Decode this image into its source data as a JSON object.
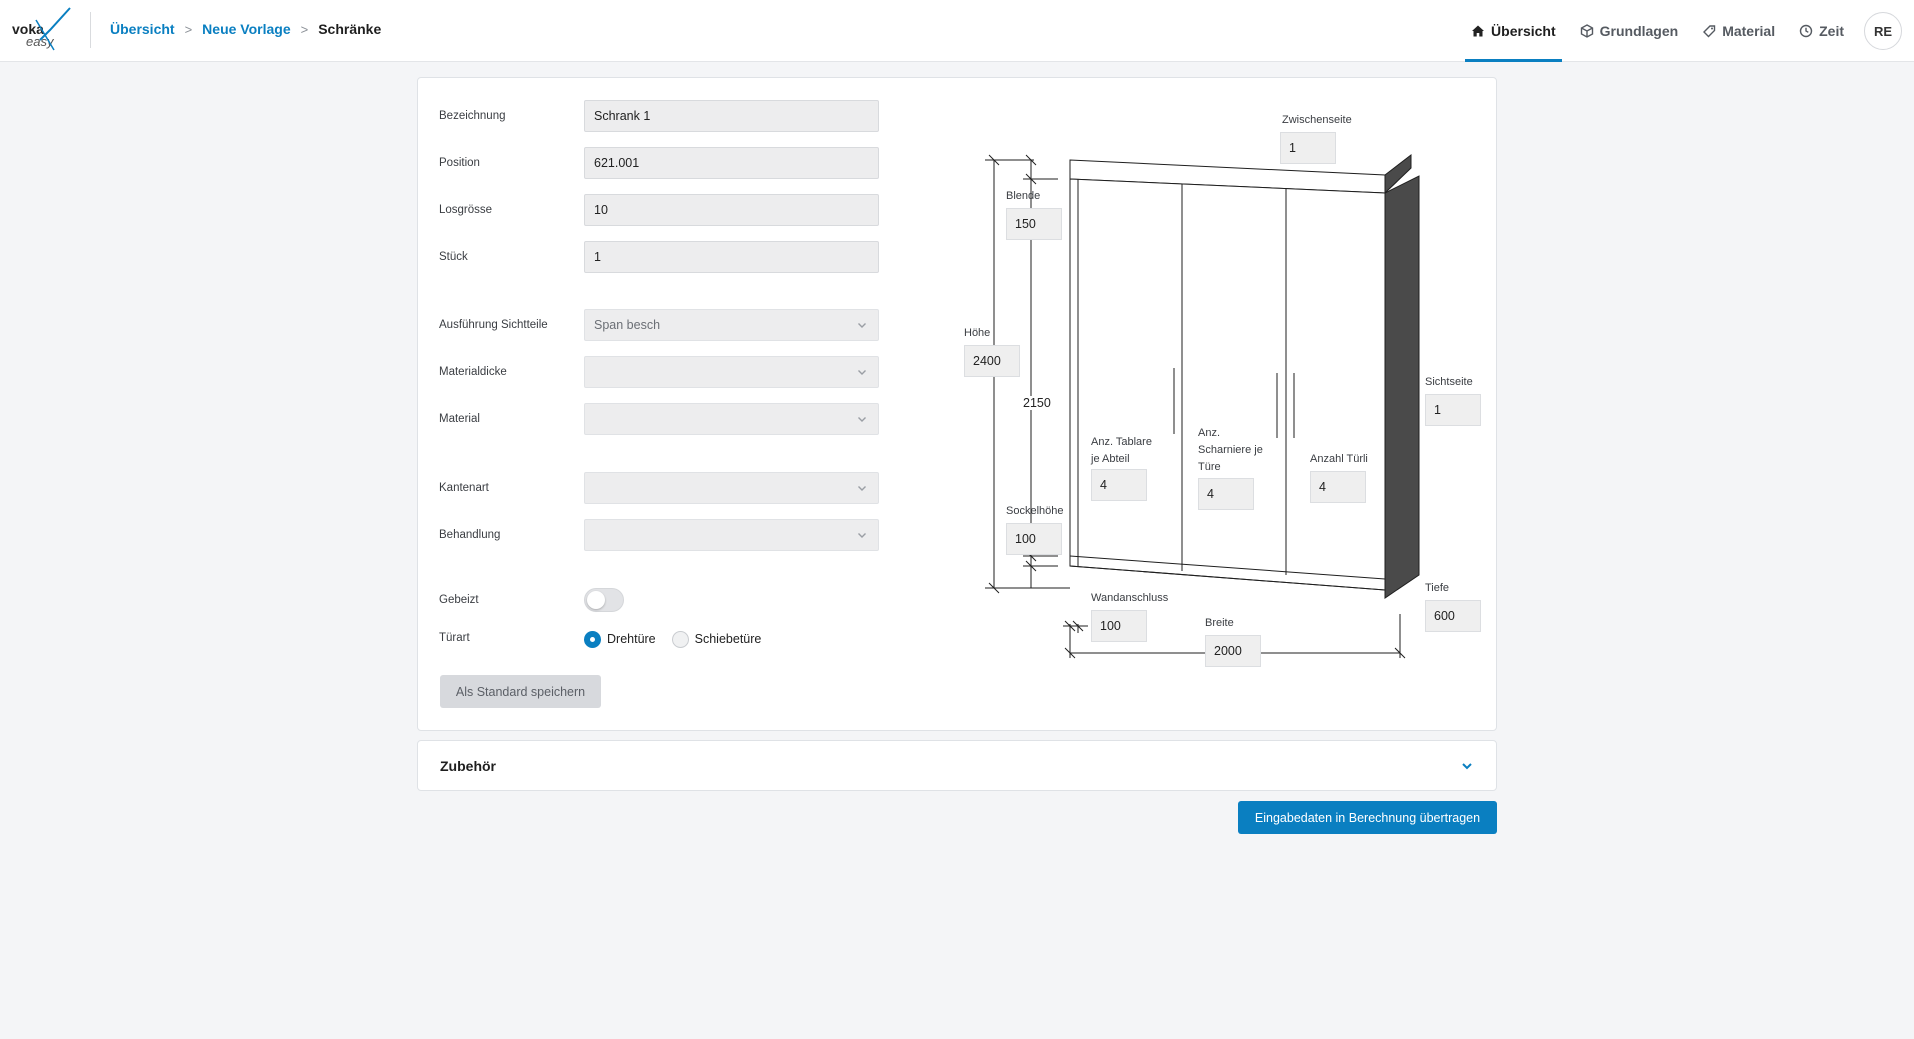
{
  "header": {
    "logo_text": "voka easy",
    "breadcrumb": [
      "Übersicht",
      "Neue Vorlage",
      "Schränke"
    ],
    "nav": [
      {
        "label": "Übersicht",
        "icon": "home-icon",
        "active": true
      },
      {
        "label": "Grundlagen",
        "icon": "cube-icon",
        "active": false
      },
      {
        "label": "Material",
        "icon": "tag-icon",
        "active": false
      },
      {
        "label": "Zeit",
        "icon": "clock-icon",
        "active": false
      }
    ],
    "avatar": "RE"
  },
  "form": {
    "bezeichnung": {
      "label": "Bezeichnung",
      "value": "Schrank 1"
    },
    "position": {
      "label": "Position",
      "value": "621.001"
    },
    "losgroesse": {
      "label": "Losgrösse",
      "value": "10"
    },
    "stueck": {
      "label": "Stück",
      "value": "1"
    },
    "ausfuehrung": {
      "label": "Ausführung Sichtteile",
      "value": "Span besch"
    },
    "materialdicke": {
      "label": "Materialdicke",
      "value": ""
    },
    "material": {
      "label": "Material",
      "value": ""
    },
    "kantenart": {
      "label": "Kantenart",
      "value": ""
    },
    "behandlung": {
      "label": "Behandlung",
      "value": ""
    },
    "gebeizt": {
      "label": "Gebeizt",
      "on": false
    },
    "tuerart": {
      "label": "Türart",
      "options": [
        "Drehtüre",
        "Schiebetüre"
      ],
      "selected": "Drehtüre"
    },
    "save_default": "Als Standard speichern"
  },
  "drawing": {
    "zwischenseite": {
      "label": "Zwischenseite",
      "value": "1"
    },
    "blende": {
      "label": "Blende",
      "value": "150"
    },
    "hoehe": {
      "label": "Höhe",
      "value": "2400"
    },
    "inner_height": "2150",
    "sockelhoehe": {
      "label": "Sockelhöhe",
      "value": "100"
    },
    "tablare": {
      "label": "Anz. Tablare je Abteil",
      "value": "4"
    },
    "scharniere": {
      "label": "Anz. Scharniere je Türe",
      "value": "4"
    },
    "tuerli": {
      "label": "Anzahl Türli",
      "value": "4"
    },
    "sichtseite": {
      "label": "Sichtseite",
      "value": "1"
    },
    "tiefe": {
      "label": "Tiefe",
      "value": "600"
    },
    "wandanschluss": {
      "label": "Wandanschluss",
      "value": "100"
    },
    "breite": {
      "label": "Breite",
      "value": "2000"
    }
  },
  "accessories": {
    "title": "Zubehör"
  },
  "submit_label": "Eingabedaten in Berechnung übertragen",
  "colors": {
    "accent": "#0a7fc1",
    "cabinet_side": "#4a4a4a"
  }
}
